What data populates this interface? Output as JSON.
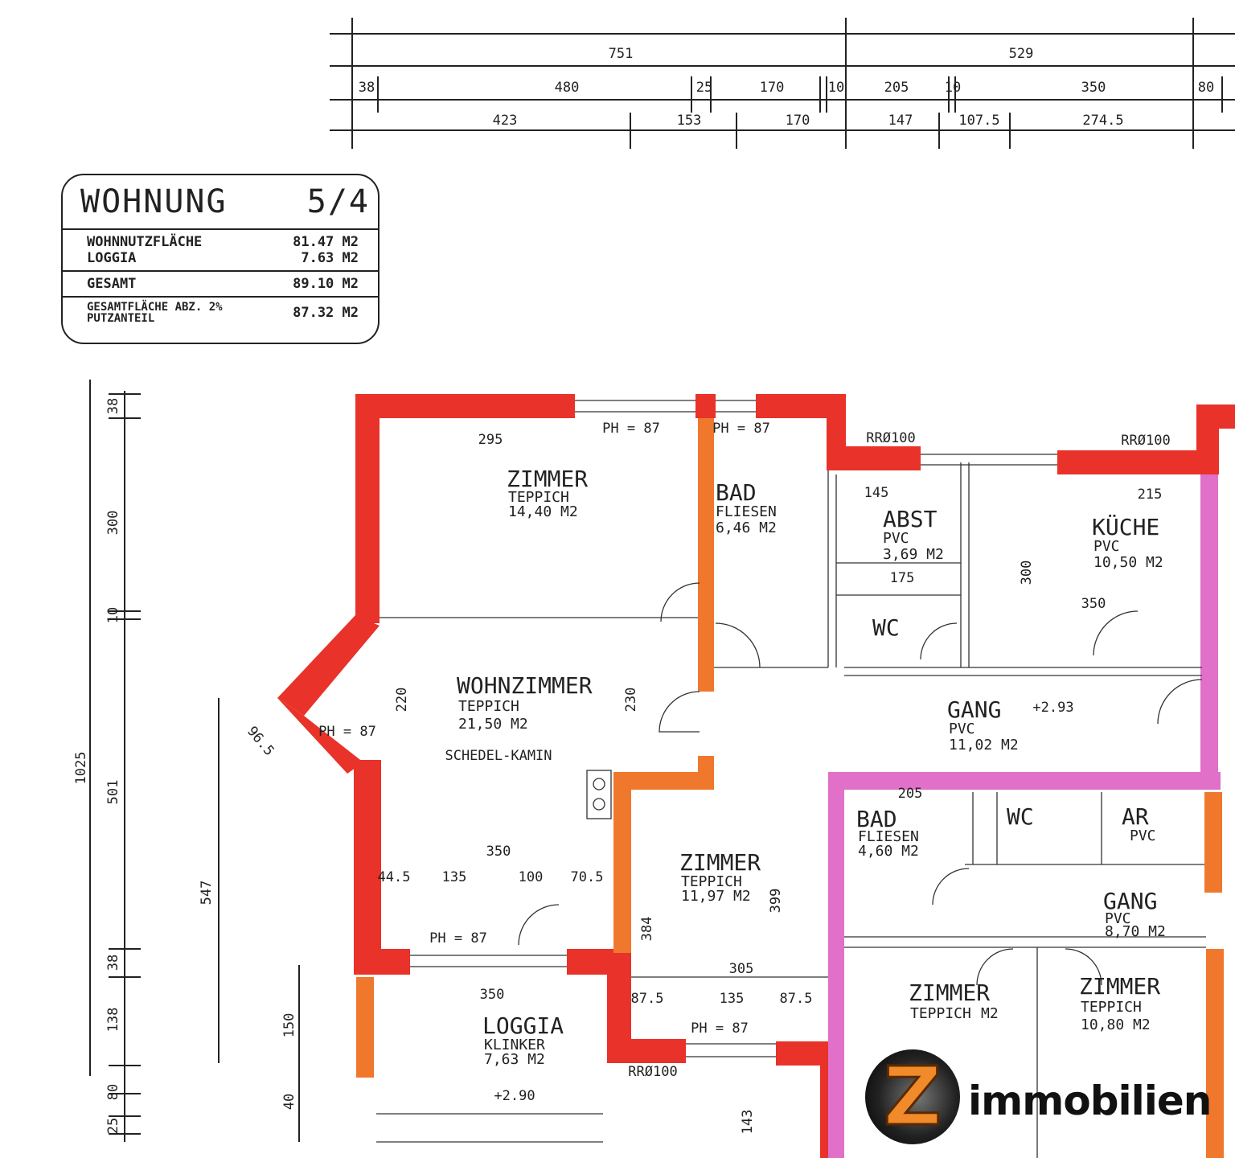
{
  "info_box": {
    "title": "WOHNUNG",
    "unit": "5/4",
    "rows": [
      {
        "label": "WOHNNUTZFLÄCHE",
        "value": "81.47 M2"
      },
      {
        "label": "LOGGIA",
        "value": "7.63 M2"
      },
      {
        "label": "GESAMT",
        "value": "89.10 M2"
      },
      {
        "label": "GESAMTFLÄCHE ABZ. 2% PUTZANTEIL",
        "value": "87.32 M2"
      }
    ]
  },
  "top_dimensions": {
    "row1": [
      "751",
      "529"
    ],
    "row2": [
      "38",
      "480",
      "25",
      "170",
      "10",
      "205",
      "10",
      "350",
      "80"
    ],
    "row3": [
      "423",
      "153",
      "170",
      "147",
      "107.5",
      "274.5"
    ]
  },
  "left_dimensions": [
    "38",
    "300",
    "10",
    "501",
    "38",
    "138",
    "80",
    "25",
    "40",
    "1025",
    "547",
    "150"
  ],
  "rooms": [
    {
      "name": "ZIMMER",
      "floor": "TEPPICH",
      "area": "14,40 M2"
    },
    {
      "name": "BAD",
      "floor": "FLIESEN",
      "area": "6,46 M2"
    },
    {
      "name": "ABST",
      "floor": "PVC",
      "area": "3,69 M2"
    },
    {
      "name": "KÜCHE",
      "floor": "PVC",
      "area": "10,50 M2"
    },
    {
      "name": "WC",
      "floor": "",
      "area": ""
    },
    {
      "name": "WOHNZIMMER",
      "floor": "TEPPICH",
      "area": "21,50 M2"
    },
    {
      "name": "GANG",
      "floor": "PVC",
      "area": "11,02 M2"
    },
    {
      "name": "ZIMMER",
      "floor": "TEPPICH",
      "area": "11,97 M2"
    },
    {
      "name": "BAD",
      "floor": "FLIESEN",
      "area": "4,60 M2"
    },
    {
      "name": "WC",
      "floor": "",
      "area": ""
    },
    {
      "name": "AR",
      "floor": "PVC",
      "area": ""
    },
    {
      "name": "GANG",
      "floor": "PVC",
      "area": "8,70 M2"
    },
    {
      "name": "LOGGIA",
      "floor": "KLINKER",
      "area": "7,63 M2"
    },
    {
      "name": "ZIMMER",
      "floor": "TEPPICH",
      "area": "M2"
    },
    {
      "name": "ZIMMER",
      "floor": "TEPPICH",
      "area": "10,80 M2"
    }
  ],
  "annotations": [
    "PH = 87",
    "PH = 87",
    "PH = 87",
    "PH = 87",
    "PH = 87",
    "RRØ100",
    "RRØ100",
    "RRØ100",
    "SCHEDEL-KAMIN",
    "+2.93",
    "+2.90",
    "295",
    "350",
    "305",
    "350",
    "215",
    "350",
    "205",
    "145",
    "175",
    "135",
    "100",
    "87.5",
    "135",
    "87.5",
    "44.5",
    "70.5",
    "96.5",
    "143",
    "300",
    "399",
    "384",
    "220",
    "230"
  ],
  "logo": {
    "letter": "Z",
    "text": "immobilien"
  },
  "colors": {
    "exterior_wall": "#e8322a",
    "interior_wall": "#f0782d",
    "party_wall": "#e070c8"
  }
}
